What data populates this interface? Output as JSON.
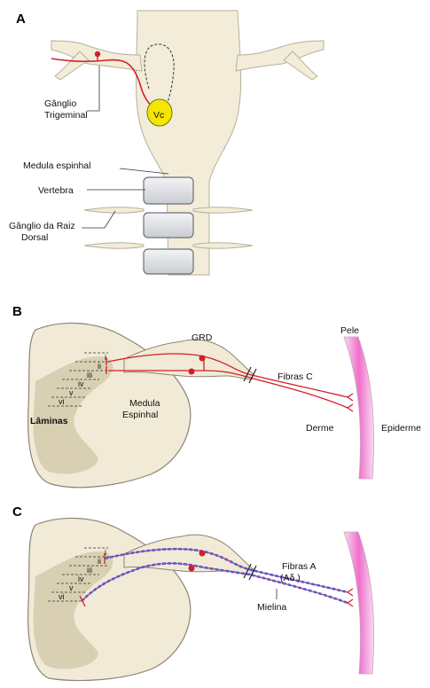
{
  "panel_a": {
    "letter": "A",
    "vc": "Vc",
    "trigeminal_ganglion": [
      "Gânglio",
      "Trigeminal"
    ],
    "spinal_cord": "Medula espinhal",
    "vertebra": "Vertebra",
    "drg": [
      "Gânglio da Raiz",
      "Dorsal"
    ]
  },
  "panel_b": {
    "letter": "B",
    "grd": "GRD",
    "skin": "Pele",
    "c_fibers": "Fibras C",
    "laminae": [
      "i",
      "ii",
      "iii",
      "iv",
      "v",
      "vi"
    ],
    "laminas": "Lâminas",
    "spinal_cord": [
      "Medula",
      "Espinhal"
    ],
    "dermis": "Derme",
    "epidermis": "Epiderme"
  },
  "panel_c": {
    "letter": "C",
    "a_fibers": [
      "Fibras A",
      "(Aδ        )"
    ],
    "myelin": "Mielina",
    "laminae": [
      "i",
      "ii",
      "iii",
      "iv",
      "v",
      "vi"
    ]
  },
  "colors": {
    "tissue": "#f1ead7",
    "tissue_stroke": "#8c8474",
    "grey_matter": "#d9d0b3",
    "fiber": "#d21f26",
    "myelin": "#5b5bd6",
    "skin_pink": "#f28bd7",
    "vc_fill": "#f3e600"
  }
}
